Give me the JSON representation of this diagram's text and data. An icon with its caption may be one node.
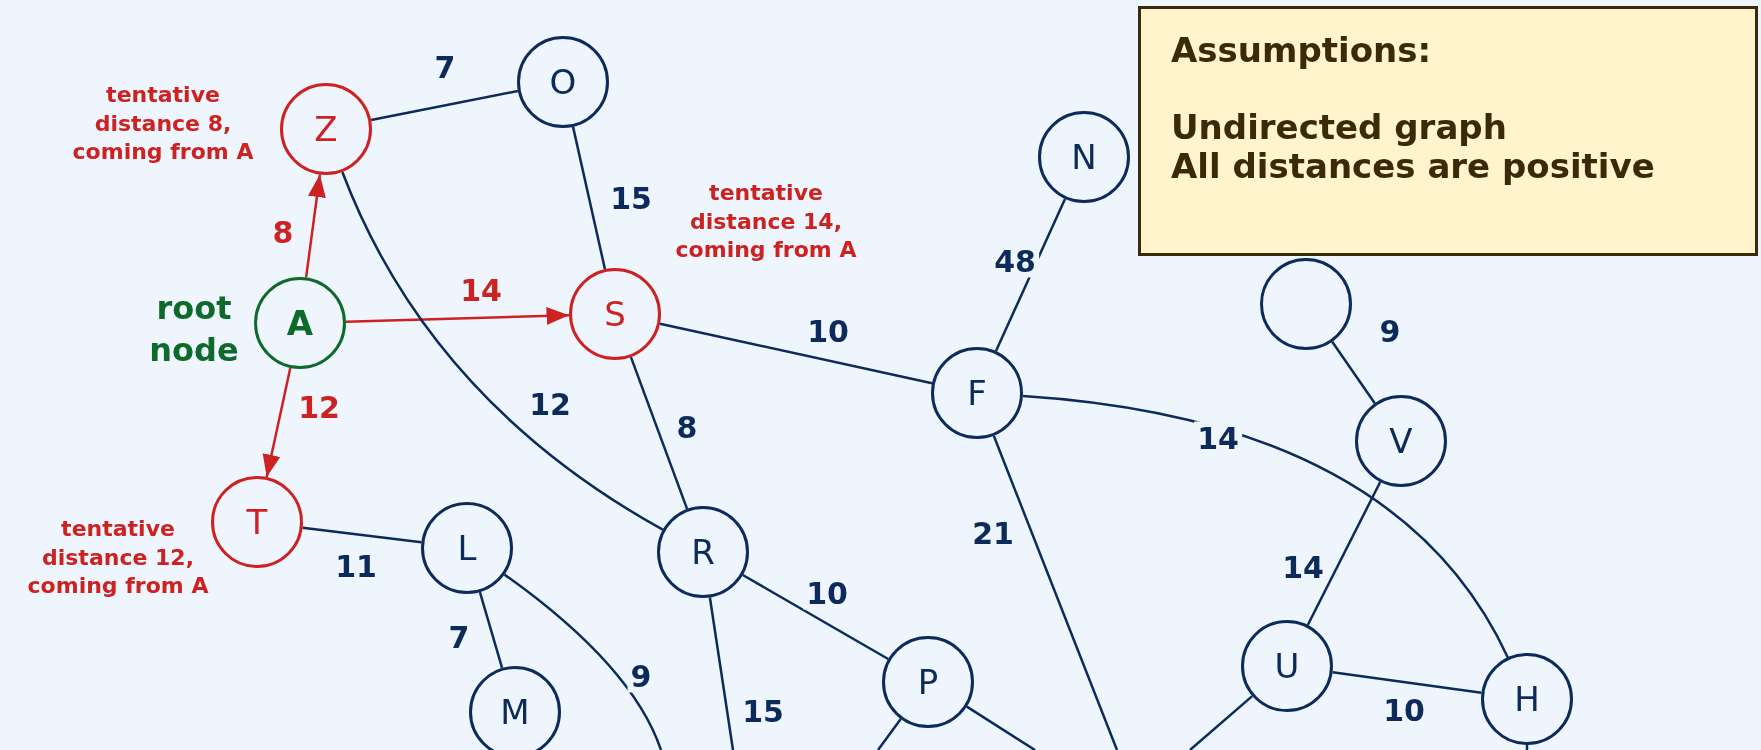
{
  "diagram": {
    "nodes": [
      {
        "text": [
          "Z"
        ],
        "beside": [
          "tentative distance 8, coming from A"
        ]
      },
      {
        "text": [
          "O"
        ]
      },
      {
        "text": [
          "A"
        ],
        "beside": [
          "root node"
        ]
      },
      {
        "text": [
          "S"
        ],
        "beside": [
          "tentative distance 14, coming from A"
        ]
      },
      {
        "text": [
          "N"
        ]
      },
      {
        "text": [],
        "shape": "circle"
      },
      {
        "text": [
          "F"
        ]
      },
      {
        "text": [
          "V"
        ]
      },
      {
        "text": [
          "T"
        ],
        "beside": [
          "tentative distance 12, coming from A"
        ]
      },
      {
        "text": [
          "L"
        ]
      },
      {
        "text": [
          "R"
        ]
      },
      {
        "text": [
          "U"
        ]
      },
      {
        "text": [
          "P"
        ]
      },
      {
        "text": [
          "H"
        ]
      },
      {
        "text": [
          "M"
        ]
      }
    ],
    "edges": [
      {
        "from": 2,
        "to": 0,
        "arrow": "to",
        "label": "8",
        "color": "#cc2222"
      },
      {
        "from": 2,
        "to": 3,
        "arrow": "to",
        "label": "14",
        "color": "#cc2222"
      },
      {
        "from": 2,
        "to": 8,
        "arrow": "to",
        "label": "12",
        "color": "#cc2222"
      },
      {
        "from": 0,
        "to": 1,
        "arrow": "none",
        "label": "7"
      },
      {
        "from": 0,
        "to": 10,
        "arrow": "none",
        "label": "12"
      },
      {
        "from": 1,
        "to": 3,
        "arrow": "none",
        "label": "15"
      },
      {
        "from": 3,
        "to": 6,
        "arrow": "none",
        "label": "10"
      },
      {
        "from": 3,
        "to": 10,
        "arrow": "none",
        "label": "8"
      },
      {
        "from": 6,
        "to": 4,
        "arrow": "none",
        "label": "48"
      },
      {
        "from": 5,
        "to": 7,
        "arrow": "none",
        "label": "9"
      },
      {
        "from": 6,
        "to": 13,
        "arrow": "none",
        "label": "14"
      },
      {
        "from": 6,
        "to": null,
        "arrow": "none",
        "label": "21"
      },
      {
        "from": 8,
        "to": 9,
        "arrow": "none",
        "label": "11"
      },
      {
        "from": 9,
        "to": 14,
        "arrow": "none",
        "label": "7"
      },
      {
        "from": 9,
        "to": null,
        "arrow": "none",
        "label": "9"
      },
      {
        "from": 10,
        "to": 12,
        "arrow": "none",
        "label": "10"
      },
      {
        "from": 10,
        "to": null,
        "arrow": "none",
        "label": "15"
      },
      {
        "from": 7,
        "to": 11,
        "arrow": "none",
        "label": "14"
      },
      {
        "from": 11,
        "to": 13,
        "arrow": "none",
        "label": "10"
      },
      {
        "from": 11,
        "to": null,
        "arrow": "none"
      },
      {
        "from": 12,
        "to": null,
        "arrow": "none"
      },
      {
        "from": 12,
        "to": null,
        "arrow": "none"
      },
      {
        "from": 13,
        "to": null,
        "arrow": "none"
      }
    ],
    "labels": [
      "Assumptions:",
      "Undirected graph",
      "All distances are positive"
    ]
  }
}
